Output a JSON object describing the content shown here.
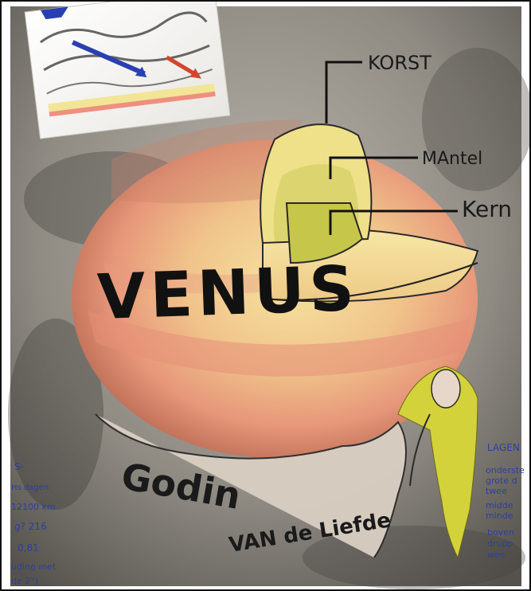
{
  "poster": {
    "title": "VENUS",
    "subtitle_line1": "Godin",
    "subtitle_line2": "VAN de Liefde"
  },
  "layers_labels": {
    "crust": "KORST",
    "mantle": "MAntel",
    "core": "Kern"
  },
  "left_note": {
    "line1": "S-",
    "line2": "Hs dagen",
    "line3": "12100 km",
    "line4": "g? 216",
    "line5": "0,81",
    "line6": "uding met",
    "line7": "de 2°)"
  },
  "right_note": {
    "heading": "LAGEN",
    "item1_line1": "onderste",
    "item1_line2": "grote d",
    "item1_line3": "twee",
    "item2_line1": "midde",
    "item2_line2": "minde",
    "item3_line1": "boven",
    "item3_line2": "drupp",
    "item3_line3": "wee"
  },
  "colors": {
    "paper": "#8f8b83",
    "planet_orange": "#e8a37a",
    "planet_yellow": "#f0d27a",
    "crust": "#efe08a",
    "mantle": "#d9d36a",
    "core": "#c6c64a",
    "hair": "#d3d23a",
    "ink": "#1a1a1a"
  }
}
